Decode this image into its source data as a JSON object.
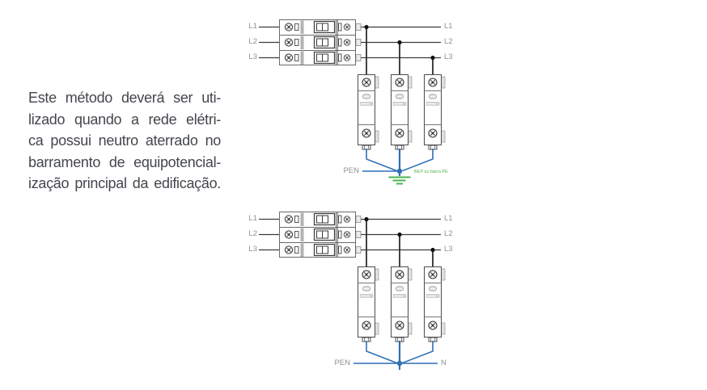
{
  "description_text": {
    "lines": [
      "Este método deverá ser uti-",
      "lizado quando a rede elétri-",
      "ca possui neutro aterrado no",
      "barramento de equipotencial-",
      "ização principal da edificação."
    ]
  },
  "diagram_top": {
    "input_lines": [
      "L1",
      "L2",
      "L3"
    ],
    "output_lines": [
      "L1",
      "L2",
      "L3"
    ],
    "pen_label": "PEN",
    "earth_label": "BEP ou barra PE"
  },
  "diagram_bottom": {
    "input_lines": [
      "L1",
      "L2",
      "L3"
    ],
    "output_lines": [
      "L1",
      "L2",
      "L3"
    ],
    "pen_label": "PEN",
    "neutral_label": "N"
  },
  "colors": {
    "wire_dark": "#3b3b3b",
    "neutral_blue": "#2e6fb7",
    "earth_green": "#4db34d",
    "label_gray": "#8f9194",
    "body_text": "#43464d"
  }
}
